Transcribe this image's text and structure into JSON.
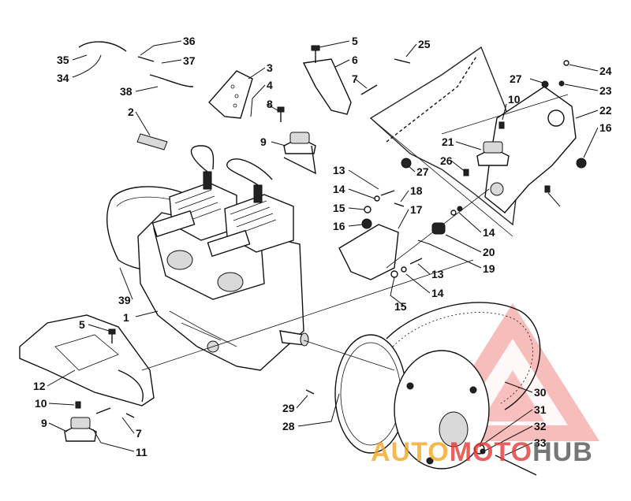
{
  "diagram": {
    "callouts": [
      "35",
      "34",
      "36",
      "37",
      "38",
      "3",
      "2",
      "4",
      "5",
      "6",
      "7",
      "8",
      "9",
      "25",
      "24",
      "27",
      "23",
      "10",
      "22",
      "16",
      "21",
      "26",
      "27",
      "13",
      "14",
      "18",
      "15",
      "17",
      "16",
      "14",
      "20",
      "19",
      "13",
      "14",
      "15",
      "39",
      "1",
      "5",
      "12",
      "10",
      "9",
      "7",
      "11",
      "29",
      "28",
      "30",
      "31",
      "32",
      "33"
    ]
  },
  "watermark": {
    "brand_part1": "AUTO",
    "brand_part2": "MOTO",
    "brand_part3": "HUB",
    "color_orange": "#f5a623",
    "color_red": "#e53935",
    "color_gray": "#555555"
  }
}
